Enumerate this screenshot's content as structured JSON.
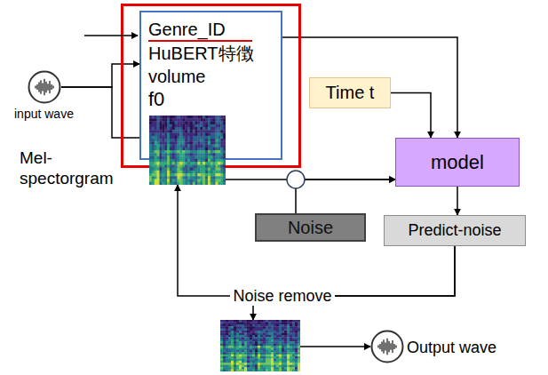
{
  "diagram": {
    "nodes": [
      {
        "text": [
          "Genre_ID",
          "HuBERT特徴",
          "volume",
          "f0"
        ]
      },
      {
        "text": [
          "Time t"
        ]
      },
      {
        "text": [
          "input wave"
        ]
      },
      {
        "text": [
          "model"
        ]
      },
      {
        "text": [
          "Mel- spectorgram"
        ]
      },
      {
        "text": [
          "Noise"
        ]
      },
      {
        "text": [
          "Predict-noise"
        ]
      },
      {
        "text": []
      },
      {
        "text": [
          "Output wave"
        ]
      }
    ],
    "edges": [
      {
        "from": 2,
        "to": 0,
        "arrow": "to"
      },
      {
        "from": 2,
        "to": 4,
        "arrow": "to"
      },
      {
        "from": 0,
        "to": 3,
        "arrow": "to"
      },
      {
        "from": 1,
        "to": 3,
        "arrow": "to"
      },
      {
        "from": 4,
        "to": 3,
        "arrow": "to"
      },
      {
        "from": 5,
        "to": 3,
        "arrow": "to"
      },
      {
        "from": 3,
        "to": 6,
        "arrow": "to"
      },
      {
        "from": 6,
        "to": 4,
        "label": "Noise remove",
        "arrow": "to"
      },
      {
        "from": 6,
        "to": 7,
        "arrow": "to"
      },
      {
        "from": 7,
        "to": 8,
        "arrow": "to"
      }
    ]
  }
}
